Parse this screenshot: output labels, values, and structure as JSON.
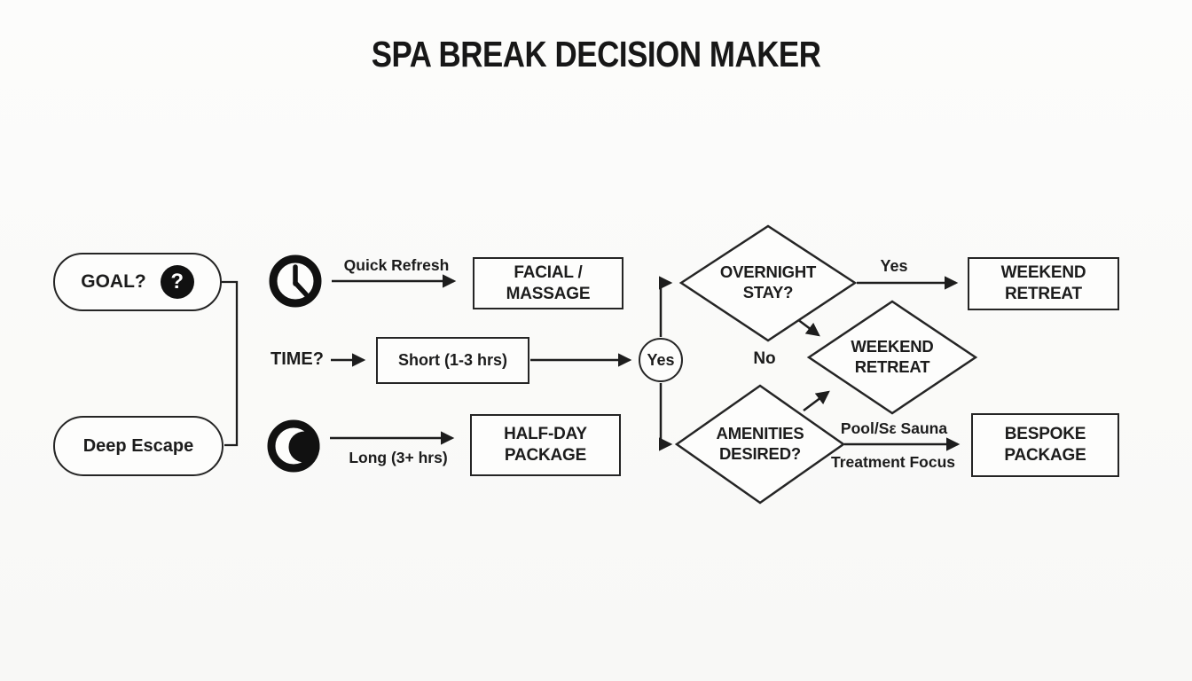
{
  "title": "SPA BREAK DECISION MAKER",
  "colors": {
    "ink": "#1c1c1c",
    "background": "#f9f9f7",
    "node_fill": "#fdfdfc"
  },
  "icons": {
    "clock": "clock-icon",
    "moon": "crescent-moon-icon",
    "question_badge": "?"
  },
  "flow": {
    "goal_pill": {
      "label": "GOAL?",
      "badge": "?"
    },
    "deep_escape_pill": {
      "label": "Deep Escape"
    },
    "time_label": "TIME?",
    "branches": {
      "quick_refresh": "Quick Refresh",
      "long_duration": "Long (3+ hrs)",
      "yes_connector": "Yes",
      "overnight_yes": "Yes",
      "overnight_no": "No",
      "amenities_pool": "Pool/Sε Sauna",
      "amenities_treatment": "Treatment Focus"
    },
    "nodes": {
      "facial_massage": {
        "line1": "FACIAL /",
        "line2": "MASSAGE"
      },
      "short_time": {
        "label": "Short (1-3 hrs)"
      },
      "half_day": {
        "line1": "HALF-DAY",
        "line2": "PACKAGE"
      },
      "overnight_stay": {
        "line1": "OVERNIGHT",
        "line2": "STAY?"
      },
      "weekend_retreat_diamond": {
        "line1": "WEEKEND",
        "line2": "RETREAT"
      },
      "weekend_retreat_box": {
        "line1": "WEEKEND",
        "line2": "RETREAT"
      },
      "amenities_desired": {
        "line1": "AMENITIES",
        "line2": "DESIRED?"
      },
      "bespoke_package": {
        "line1": "BESPOKE",
        "line2": "PACKAGE"
      }
    }
  }
}
